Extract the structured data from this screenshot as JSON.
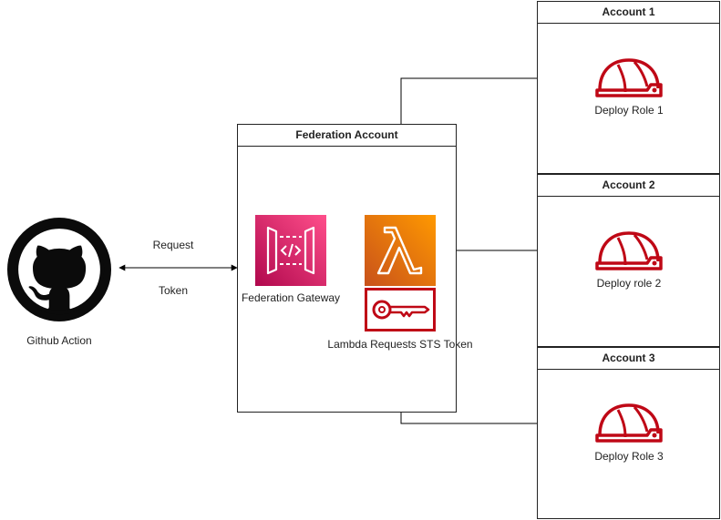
{
  "github": {
    "label": "Github Action"
  },
  "arrows": {
    "request": "Request",
    "token": "Token"
  },
  "federation": {
    "title": "Federation Account",
    "gateway_label": "Federation Gateway",
    "lambda_label": "Lambda Requests STS Token"
  },
  "accounts": [
    {
      "title": "Account 1",
      "role": "Deploy Role 1"
    },
    {
      "title": "Account 2",
      "role": "Deploy role 2"
    },
    {
      "title": "Account 3",
      "role": "Deploy Role 3"
    }
  ],
  "colors": {
    "gateway_pink_top": "#ff4f8b",
    "gateway_pink_bottom": "#cc2264",
    "lambda_orange_top": "#f78e04",
    "lambda_orange_bottom": "#d05c17",
    "iam_red": "#bf0816",
    "line": "#000000"
  },
  "icons": {
    "github": "github-octocat-icon",
    "gateway": "api-gateway-icon",
    "lambda": "lambda-icon",
    "sts": "key-icon",
    "role": "iam-role-helmet-icon"
  }
}
